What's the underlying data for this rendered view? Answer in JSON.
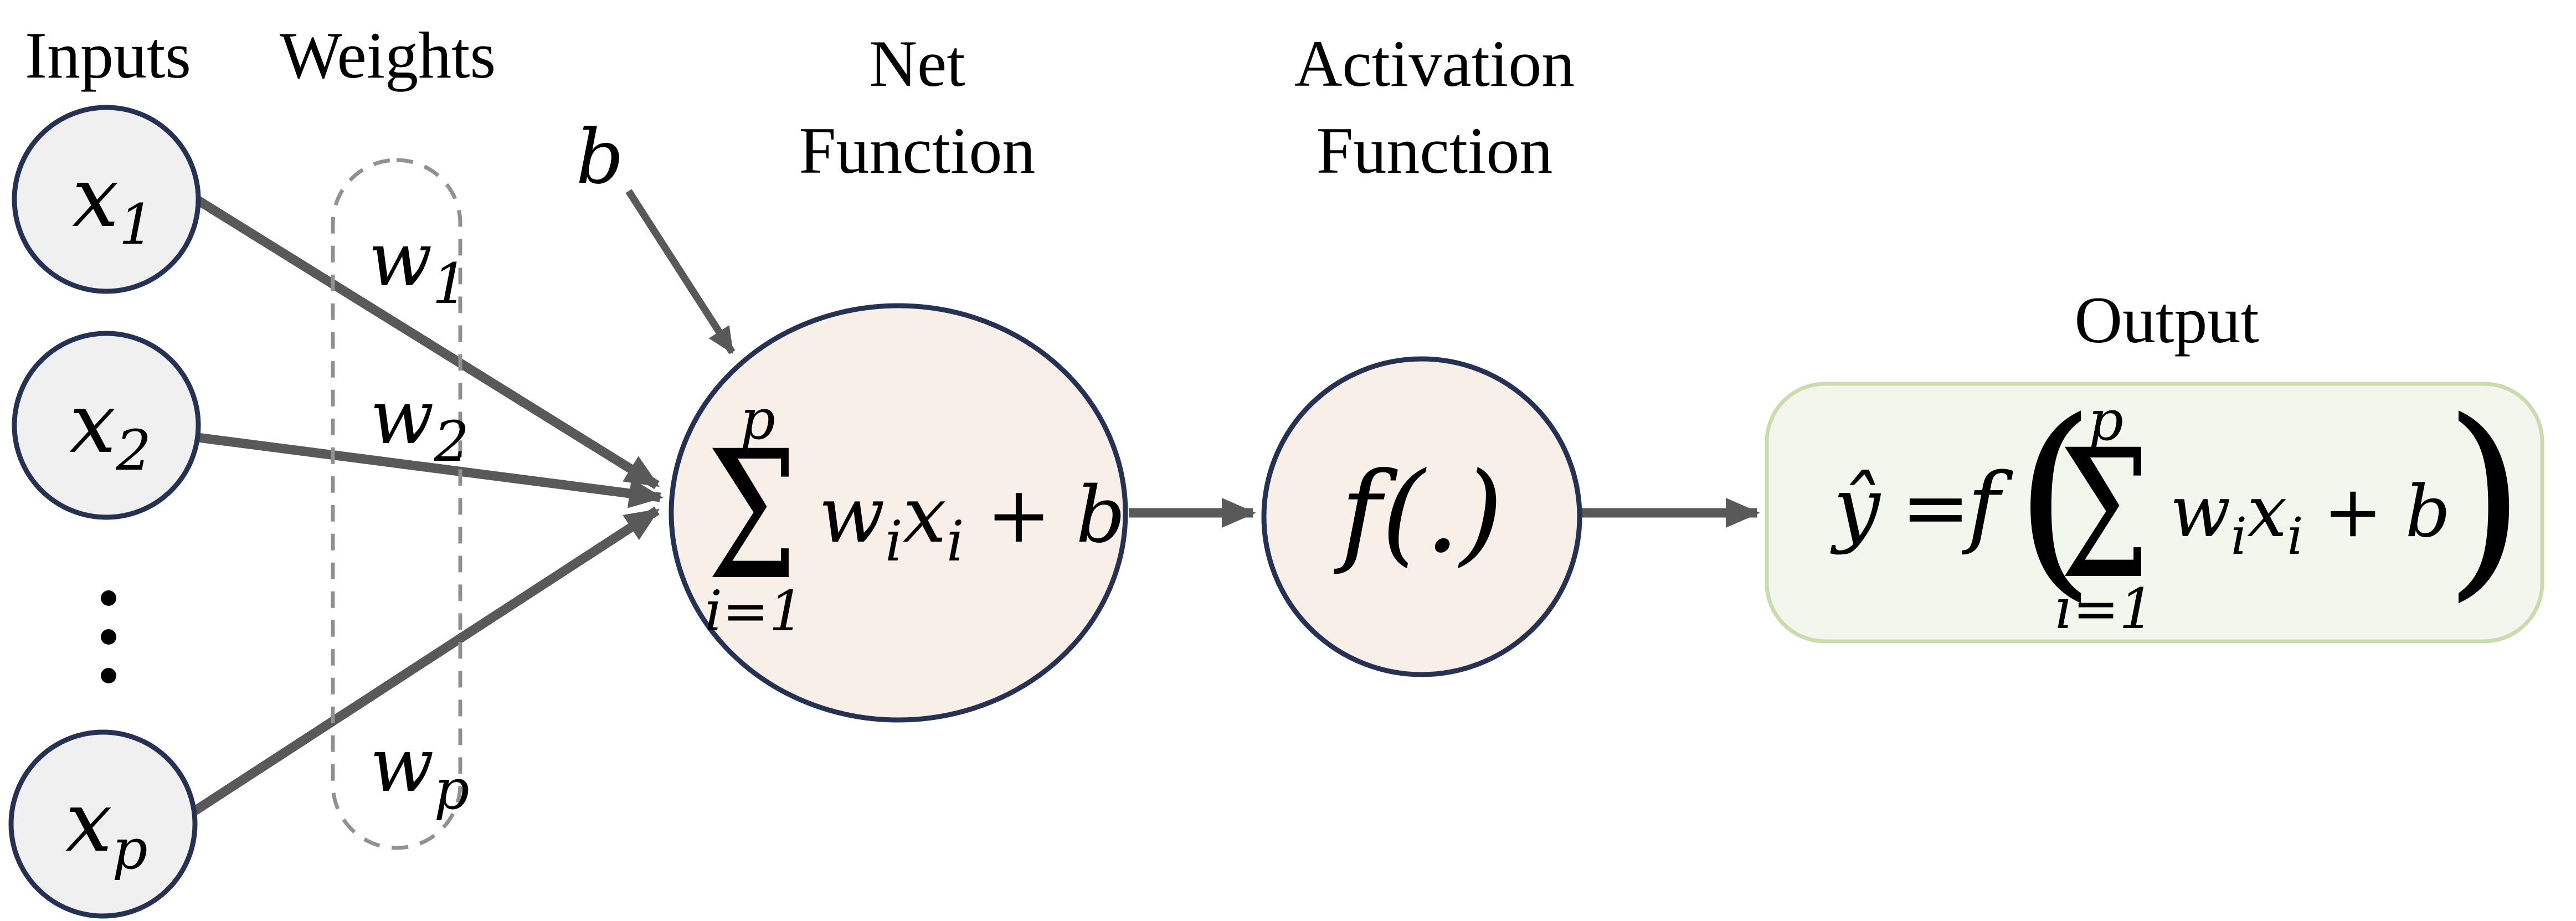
{
  "colors": {
    "input_fill": "#f0f0f1",
    "node_stroke": "#263253",
    "neuron_fill": "#f9efe9",
    "output_fill": "#f3f6ec",
    "output_stroke": "#c9dcae",
    "connector": "#595959",
    "dashed_outline": "#919191",
    "text": "#000000"
  },
  "titles": {
    "inputs": "Inputs",
    "weights": "Weights",
    "net_function": [
      "Net",
      "Function"
    ],
    "activation_function": [
      "Activation",
      "Function"
    ],
    "output": "Output"
  },
  "input_nodes": [
    {
      "base": "x",
      "sub": "1"
    },
    {
      "base": "x",
      "sub": "2"
    },
    {
      "base": "x",
      "sub": "p"
    }
  ],
  "ellipsis": "⋮",
  "weight_labels": [
    {
      "base": "w",
      "sub": "1"
    },
    {
      "base": "w",
      "sub": "2"
    },
    {
      "base": "w",
      "sub": "p"
    }
  ],
  "bias_label": "b",
  "net_formula": {
    "upper": "p",
    "sigma": "Σ",
    "lower": "i=1",
    "w": "w",
    "w_sub": "i",
    "x": "x",
    "x_sub": "i",
    "tail": "+ b"
  },
  "activation_formula": "f(.)",
  "output_formula": {
    "yhat": "ŷ",
    "equals": "=",
    "f": "f",
    "paren_open": "(",
    "upper": "p",
    "sigma": "Σ",
    "lower": "i=1",
    "w": "w",
    "w_sub": "i",
    "x": "x",
    "x_sub": "i",
    "tail": "+ b",
    "paren_close": ")"
  }
}
